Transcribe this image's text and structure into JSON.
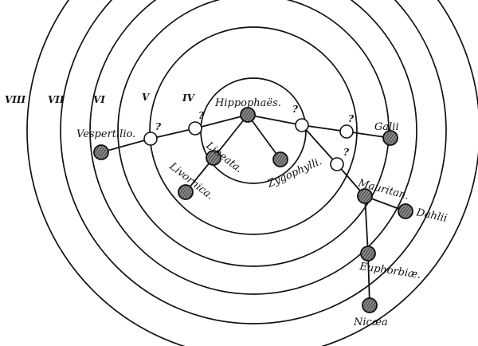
{
  "ring_labels": [
    "VIII",
    "VII",
    "VI",
    "V",
    "IV"
  ],
  "nodes": {
    "hippophaes": "Hippophaës.",
    "vespertilio": "Vespertilio.",
    "lineata": "Lineata.",
    "livornica": "Livornica.",
    "zygophylli": "Zygophylli.",
    "galii": "Galii",
    "mauritan": "Mauritan.",
    "dahlii": "Dahlii",
    "euphorbiae": "Euphorbiæ.",
    "nicaea": "Nicæa"
  },
  "unknown_marker": "?",
  "colors": {
    "ink": "#111111",
    "paper": "#ffffff"
  }
}
